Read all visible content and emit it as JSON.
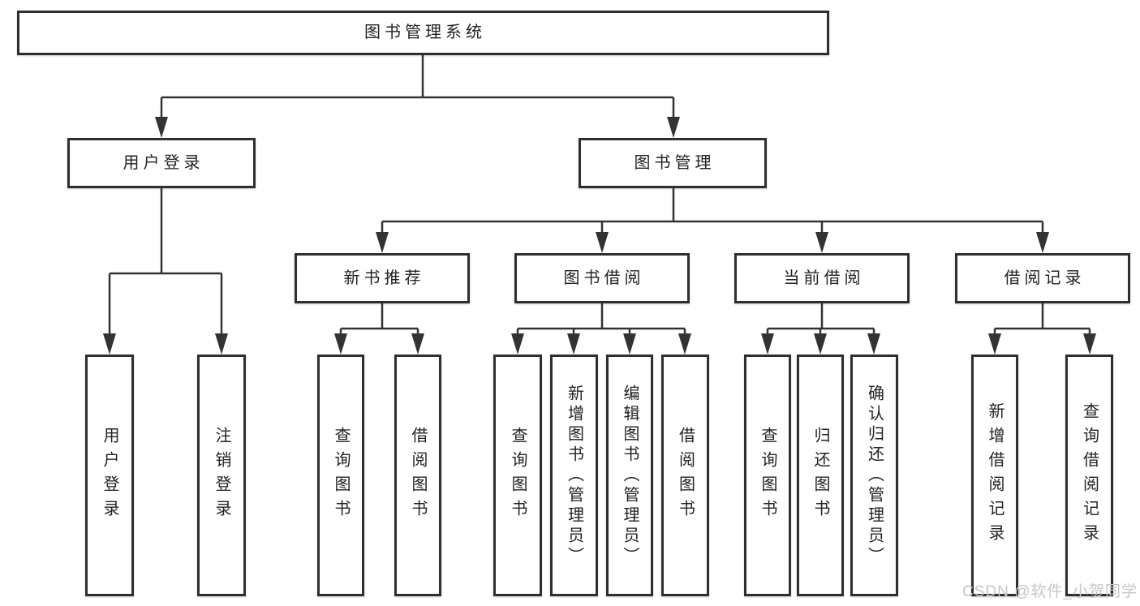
{
  "tree": {
    "label": "图书管理系统",
    "children": [
      {
        "label": "用户登录",
        "children": [
          {
            "label": "用户登录"
          },
          {
            "label": "注销登录"
          }
        ]
      },
      {
        "label": "图书管理",
        "children": [
          {
            "label": "新书推荐",
            "children": [
              {
                "label": "查询图书"
              },
              {
                "label": "借阅图书"
              }
            ]
          },
          {
            "label": "图书借阅",
            "children": [
              {
                "label": "查询图书"
              },
              {
                "label": "新增图书（管理员）"
              },
              {
                "label": "编辑图书（管理员）"
              },
              {
                "label": "借阅图书"
              }
            ]
          },
          {
            "label": "当前借阅",
            "children": [
              {
                "label": "查询图书"
              },
              {
                "label": "归还图书"
              },
              {
                "label": "确认归还（管理员）"
              }
            ]
          },
          {
            "label": "借阅记录",
            "children": [
              {
                "label": "新增借阅记录"
              },
              {
                "label": "查询借阅记录"
              }
            ]
          }
        ]
      }
    ]
  },
  "watermark": "CSDN @软件_小贺同学",
  "colors": {
    "line": "#333333",
    "box_border": "#2f2f2f",
    "text": "#222222",
    "watermark": "#c6c6c6",
    "background": "#ffffff"
  }
}
